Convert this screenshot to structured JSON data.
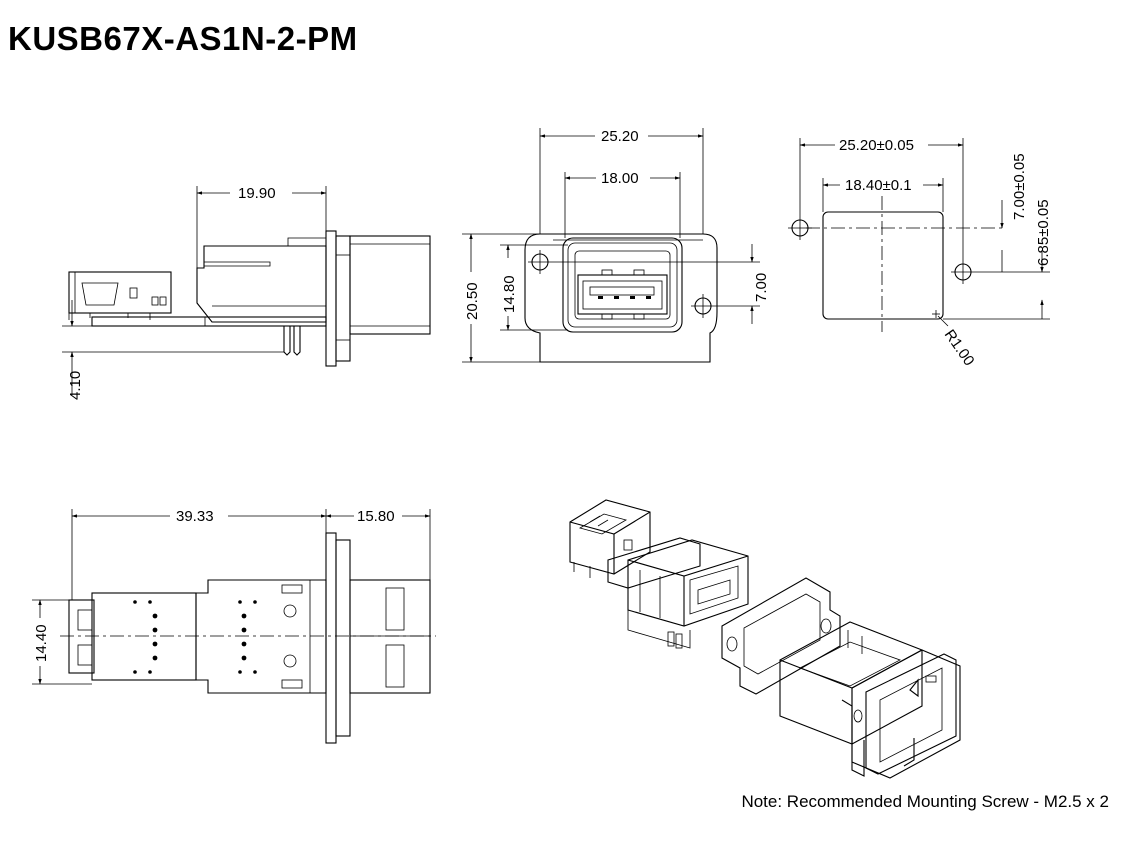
{
  "part_number": "KUSB67X-AS1N-2-PM",
  "note": "Note: Recommended Mounting Screw - M2.5 x 2",
  "dimensions": {
    "side_length": "19.90",
    "side_offset": "4.10",
    "front_width": "25.20",
    "front_opening": "18.00",
    "front_height": "20.50",
    "front_opening_height": "14.80",
    "front_hole_spacing": "7.00",
    "cutout_width": "25.20±0.05",
    "cutout_opening": "18.40±0.1",
    "cutout_hole_v": "7.00±0.05",
    "cutout_height": "6.85±0.05",
    "cutout_radius": "R1.00",
    "top_length": "39.33",
    "top_front": "15.80",
    "top_width": "14.40"
  }
}
